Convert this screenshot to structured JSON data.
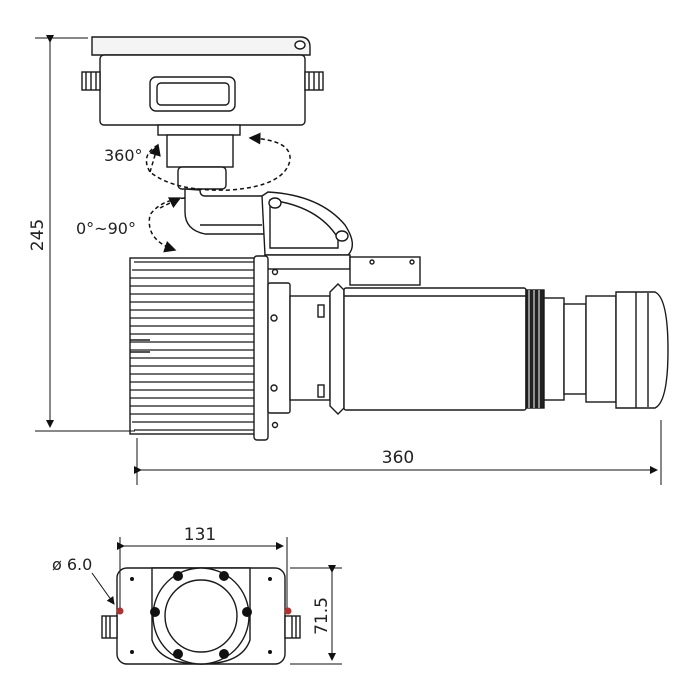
{
  "labels": {
    "total_height": "245",
    "total_length": "360",
    "rotation_horizontal": "360°",
    "rotation_tilt": "0°~90°",
    "base_width": "131",
    "base_depth": "71.5",
    "hole_diameter": "ø 6.0"
  },
  "colors": {
    "line": "#1a1a1a",
    "fill": "#ffffff",
    "shade": "#e9e9e9",
    "accent_hole": "#b3302f"
  }
}
